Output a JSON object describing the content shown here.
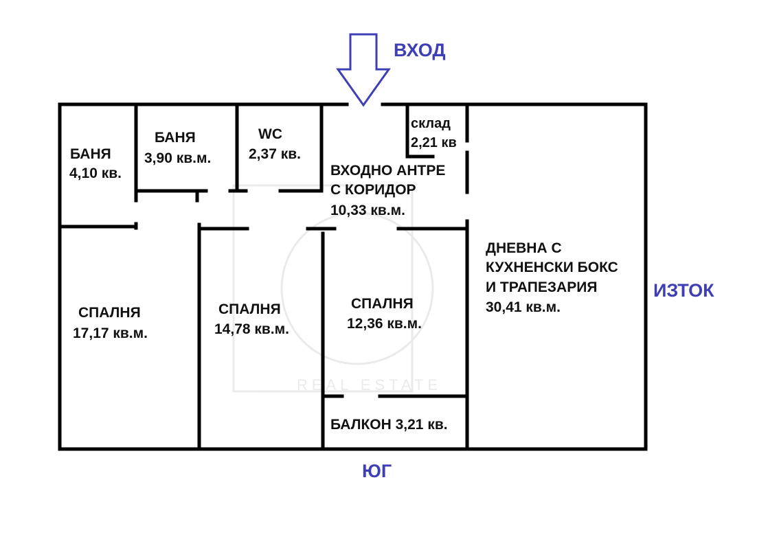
{
  "plan": {
    "wall_color": "#000000",
    "accent_color": "#3f3fb5",
    "entrance_label": "ВХОД",
    "compass": {
      "east": "ИЗТОК",
      "south": "ЮГ"
    },
    "watermark": "REAL ESTATE",
    "rooms": [
      {
        "id": "bath-1",
        "name": "БАНЯ",
        "area": "4,10 кв."
      },
      {
        "id": "bath-2",
        "name": "БАНЯ",
        "area": "3,90 кв.м."
      },
      {
        "id": "wc",
        "name": "WC",
        "area": "2,37 кв."
      },
      {
        "id": "storage",
        "name": "склад",
        "area": "2,21 кв"
      },
      {
        "id": "entrance-hall",
        "name_line1": "ВХОДНО АНТРЕ",
        "name_line2": "С КОРИДОР",
        "area": "10,33 кв.м."
      },
      {
        "id": "living-room",
        "name_line1": "ДНЕВНА С",
        "name_line2": "КУХНЕНСКИ БОКС",
        "name_line3": "И ТРАПЕЗАРИЯ",
        "area": "30,41  кв.м."
      },
      {
        "id": "bedroom-1",
        "name": "СПАЛНЯ",
        "area": "17,17 кв.м."
      },
      {
        "id": "bedroom-2",
        "name": "СПАЛНЯ",
        "area": "14,78 кв.м."
      },
      {
        "id": "bedroom-3",
        "name": "СПАЛНЯ",
        "area": "12,36 кв.м."
      },
      {
        "id": "balcony",
        "name": "БАЛКОН",
        "area": "3,21 кв."
      }
    ]
  }
}
